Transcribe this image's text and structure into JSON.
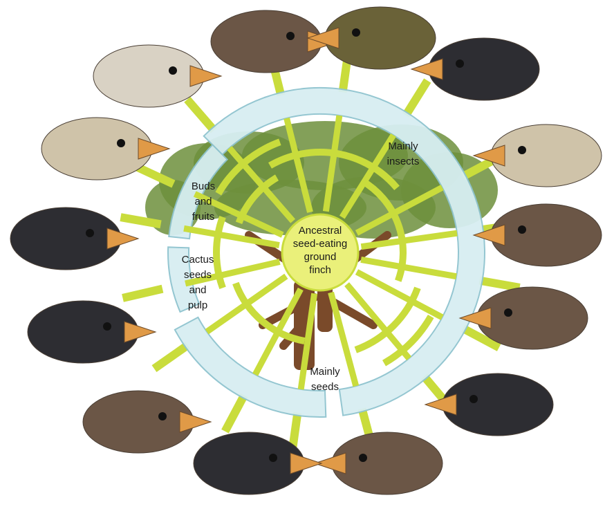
{
  "diagram": {
    "center_label": [
      "Ancestral",
      "seed-eating",
      "ground",
      "finch"
    ],
    "groups": [
      {
        "id": "insects",
        "label": [
          "Mainly",
          "insects"
        ]
      },
      {
        "id": "buds",
        "label": [
          "Buds",
          "and",
          "fruits"
        ]
      },
      {
        "id": "cactus",
        "label": [
          "Cactus",
          "seeds",
          "and",
          "pulp"
        ]
      },
      {
        "id": "seeds",
        "label": [
          "Mainly",
          "seeds"
        ]
      }
    ],
    "colors": {
      "ring_fill": "#d7eef2",
      "ring_stroke": "#8fc4cf",
      "branch": "#c9dc3c",
      "center": "#eaf07a",
      "tree_canopy": "#6d8f3c",
      "tree_trunk": "#7a4a2a"
    },
    "finches": [
      {
        "name": "finch-head",
        "plumage": "light"
      },
      {
        "name": "finch-head",
        "plumage": "brown"
      },
      {
        "name": "finch-head",
        "plumage": "olive"
      },
      {
        "name": "finch-head",
        "plumage": "dark"
      },
      {
        "name": "finch-head",
        "plumage": "pale"
      },
      {
        "name": "finch-head",
        "plumage": "brown"
      },
      {
        "name": "finch-head",
        "plumage": "brown"
      },
      {
        "name": "finch-head",
        "plumage": "dark"
      },
      {
        "name": "finch-head",
        "plumage": "brown"
      },
      {
        "name": "finch-head",
        "plumage": "dark"
      },
      {
        "name": "finch-head",
        "plumage": "brown"
      },
      {
        "name": "finch-head",
        "plumage": "dark"
      },
      {
        "name": "finch-head",
        "plumage": "dark"
      },
      {
        "name": "finch-head",
        "plumage": "pale"
      }
    ]
  }
}
